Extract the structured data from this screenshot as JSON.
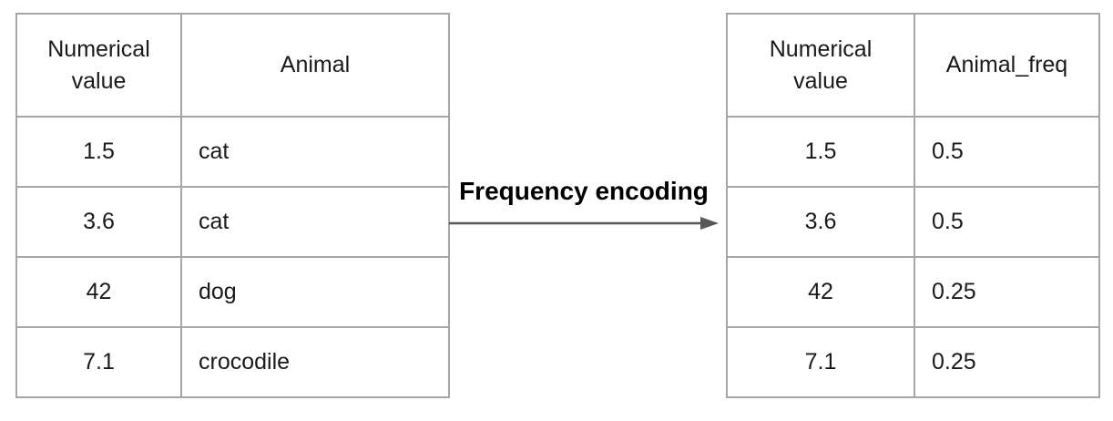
{
  "diagram": {
    "title_note": "Frequency encoding illustration",
    "left_table": {
      "headers": [
        "Numerical\nvalue",
        "Animal"
      ],
      "rows": [
        [
          "1.5",
          "cat"
        ],
        [
          "3.6",
          "cat"
        ],
        [
          "42",
          "dog"
        ],
        [
          "7.1",
          "crocodile"
        ]
      ]
    },
    "arrow": {
      "label": "Frequency encoding",
      "color": "#595959",
      "direction": "right"
    },
    "right_table": {
      "headers": [
        "Numerical\nvalue",
        "Animal_freq"
      ],
      "rows": [
        [
          "1.5",
          "0.5"
        ],
        [
          "3.6",
          "0.5"
        ],
        [
          "42",
          "0.25"
        ],
        [
          "7.1",
          "0.25"
        ]
      ]
    },
    "colors": {
      "table_border": "#a6a6a6",
      "arrow": "#595959",
      "text": "#1a1a1a",
      "label_text": "#000000",
      "background": "#ffffff"
    }
  }
}
